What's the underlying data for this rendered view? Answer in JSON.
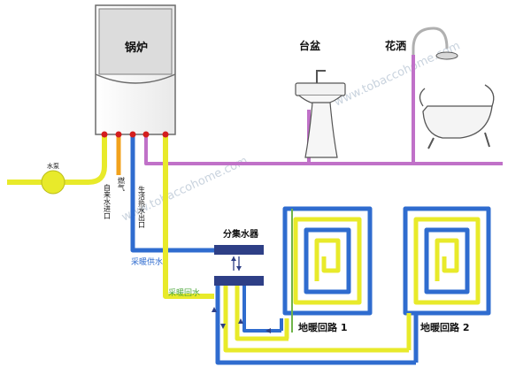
{
  "labels": {
    "boiler": "锅炉",
    "basin": "台盆",
    "shower": "花洒",
    "water_pump": "水泵",
    "tap_water_inlet": "自来水进口",
    "gas": "燃气",
    "hot_water_outlet": "生活热水出口",
    "manifold": "分集水器",
    "heating_supply": "采暖供水",
    "heating_return": "采暖回水",
    "floor_loop_1": "地暖回路 1",
    "floor_loop_2": "地暖回路 2"
  },
  "watermark": "www.tobaccohome.com",
  "colors": {
    "supply_blue": "#2f6ccf",
    "return_yellow": "#e8ea2a",
    "pink_line": "#c071c8",
    "gas_orange": "#f2a21c",
    "boiler_outline": "#6c6c6c",
    "manifold_navy": "#2e3f86",
    "loop_green": "#6fb44a"
  }
}
